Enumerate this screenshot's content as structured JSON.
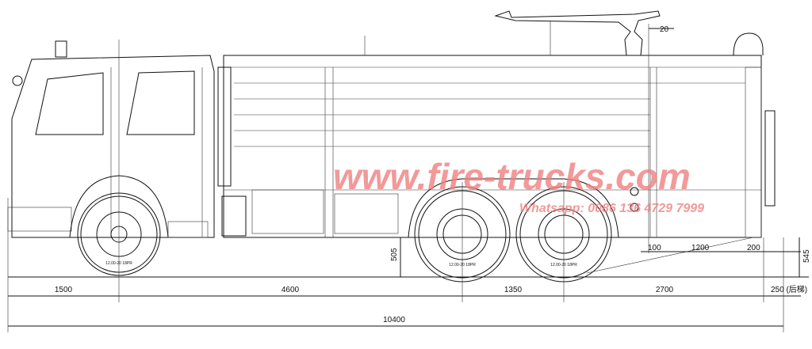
{
  "drawing": {
    "title": "Fire truck side elevation",
    "dimensions": {
      "front_overhang": "1500",
      "wheelbase_1": "4600",
      "axle_spacing": "1350",
      "rear_overhang": "2700",
      "rear_ladder": "250 (后梯)",
      "overall_length": "10400",
      "monitor_offset": "20",
      "ground_clearance_front": "505",
      "rear_gap_1": "100",
      "rear_gap_2": "1200",
      "rear_gap_3": "200",
      "rear_height": "545"
    },
    "tyre_labels": [
      "12.00-20 18PR",
      "12.00-20 18PR",
      "12.00-20 18PR"
    ]
  },
  "watermark": {
    "url": "www.fire-trucks.com",
    "phone": "Whatsapp: 0086 136 4729 7999",
    "color": "#f08080"
  }
}
